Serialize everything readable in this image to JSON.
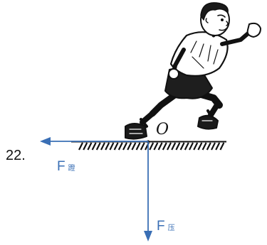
{
  "problem": {
    "number": "22."
  },
  "point": {
    "label": "O"
  },
  "forces": {
    "kick": {
      "symbol": "F",
      "subscript": "蹬",
      "direction": "left"
    },
    "press": {
      "symbol": "F",
      "subscript": "压",
      "direction": "down"
    }
  },
  "colors": {
    "arrow": "#3a6fb5",
    "drawing": "#111111",
    "background": "#ffffff"
  }
}
